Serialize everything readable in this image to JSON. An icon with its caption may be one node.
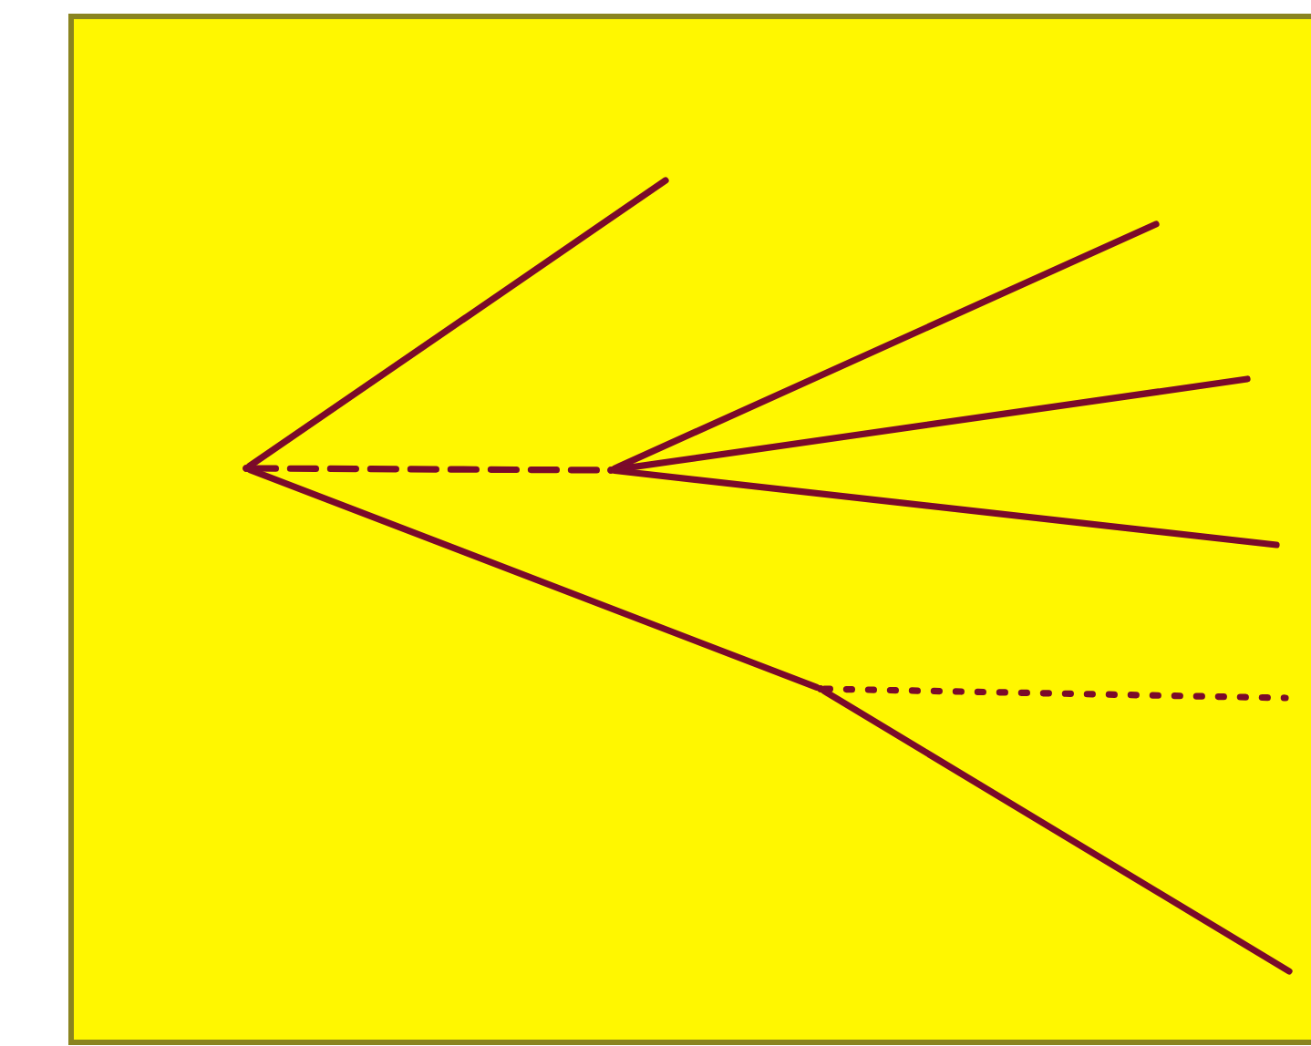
{
  "diagram": {
    "nodes": [
      {
        "text": [],
        "shape": "point"
      },
      {
        "text": [],
        "shape": "point"
      },
      {
        "text": [],
        "shape": "point"
      }
    ],
    "edges": [
      {
        "from": 0,
        "to": null,
        "arrow": "none"
      },
      {
        "from": 0,
        "to": 1,
        "arrow": "none",
        "style": "dashed"
      },
      {
        "from": 0,
        "to": 2,
        "arrow": "none"
      },
      {
        "from": 1,
        "to": null,
        "arrow": "none"
      },
      {
        "from": 1,
        "to": null,
        "arrow": "none"
      },
      {
        "from": 1,
        "to": null,
        "arrow": "none"
      },
      {
        "from": 2,
        "to": null,
        "arrow": "none",
        "style": "dashed"
      },
      {
        "from": 2,
        "to": null,
        "arrow": "none"
      }
    ]
  }
}
